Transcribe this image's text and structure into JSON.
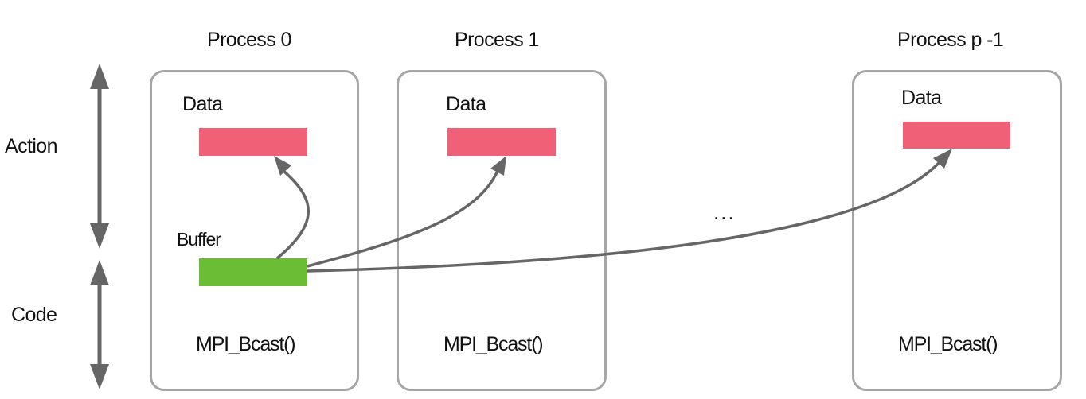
{
  "processes": [
    {
      "title": "Process 0",
      "data_label": "Data",
      "code_label": "MPI_Bcast()"
    },
    {
      "title": "Process 1",
      "data_label": "Data",
      "code_label": "MPI_Bcast()"
    },
    {
      "title": "Process p -1",
      "data_label": "Data",
      "code_label": "MPI_Bcast()"
    }
  ],
  "buffer_label": "Buffer",
  "side_labels": {
    "action": "Action",
    "code": "Code"
  },
  "ellipsis": "...",
  "colors": {
    "data_bar": "#f06178",
    "buffer_bar": "#6bbd36",
    "box_border": "#a6a6a6",
    "arrow": "#666666"
  }
}
